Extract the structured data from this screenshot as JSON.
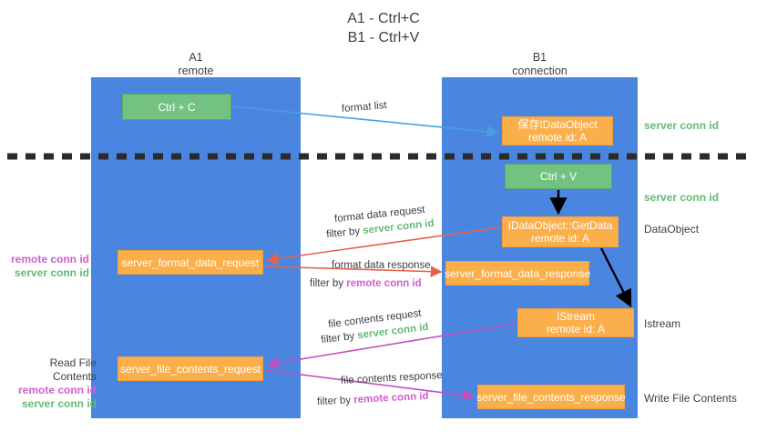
{
  "title": {
    "line1": "A1 - Ctrl+C",
    "line2": "B1 - Ctrl+V"
  },
  "lanes": [
    {
      "id": "a1",
      "name": "A1",
      "sub": "remote",
      "color": "#4a86e0"
    },
    {
      "id": "b1",
      "name": "B1",
      "sub": "connection",
      "color": "#4a86e0"
    }
  ],
  "colors": {
    "lane": "#4a86e0",
    "orange_box": "#fbaf4b",
    "green_box": "#73c282",
    "server_conn_id": "#63ba74",
    "remote_conn_id": "#cf5fd0",
    "arrow_blue": "#4a9fe0",
    "arrow_red": "#e8604c",
    "arrow_black": "#000000",
    "arrow_magenta": "#c24fc2",
    "divider": "#2b2b2b"
  },
  "boxes": {
    "ctrl_c": {
      "label": "Ctrl + C",
      "type": "green"
    },
    "ctrl_v": {
      "label": "Ctrl + V",
      "type": "green"
    },
    "save_idataobject": {
      "line1": "保存IDataObject",
      "line2": "remote id: A",
      "type": "orange"
    },
    "getdata": {
      "line1": "IDataObject::GetData",
      "line2": "remote id: A",
      "type": "orange"
    },
    "istream": {
      "line1": "IStream",
      "line2": "remote id: A",
      "type": "orange"
    },
    "server_format_data_request": {
      "label": "server_format_data_request",
      "type": "orange"
    },
    "server_format_data_response": {
      "label": "server_format_data_response",
      "type": "orange"
    },
    "server_file_contents_request": {
      "label": "server_file_contents_request",
      "type": "orange"
    },
    "server_file_contents_response": {
      "label": "server_file_contents_response",
      "type": "orange"
    }
  },
  "edge_labels": {
    "format_list": "format list",
    "format_data_request": "format data request",
    "format_data_request_filter_prefix": "filter by ",
    "format_data_request_filter_value": "server conn id",
    "format_data_response": "format data response",
    "format_data_response_filter_prefix": "filter by ",
    "format_data_response_filter_value": "remote conn id",
    "file_contents_request": "file contents request",
    "file_contents_request_filter_prefix": "filter by ",
    "file_contents_request_filter_value": "server conn id",
    "file_contents_response": "file contents response",
    "file_contents_response_filter_prefix": "filter by ",
    "file_contents_response_filter_value": "remote conn id"
  },
  "right_labels": {
    "server_conn_id_top": "server conn id",
    "server_conn_id_second": "server conn id",
    "dataobject": "DataObject",
    "istream": "Istream",
    "write_file_contents": "Write File Contents"
  },
  "left_labels": {
    "remote_conn_id_1": "remote conn id",
    "server_conn_id_1": "server conn id",
    "read_file_contents": "Read File Contents",
    "remote_conn_id_2": "remote conn id",
    "server_conn_id_2": "server conn id"
  }
}
